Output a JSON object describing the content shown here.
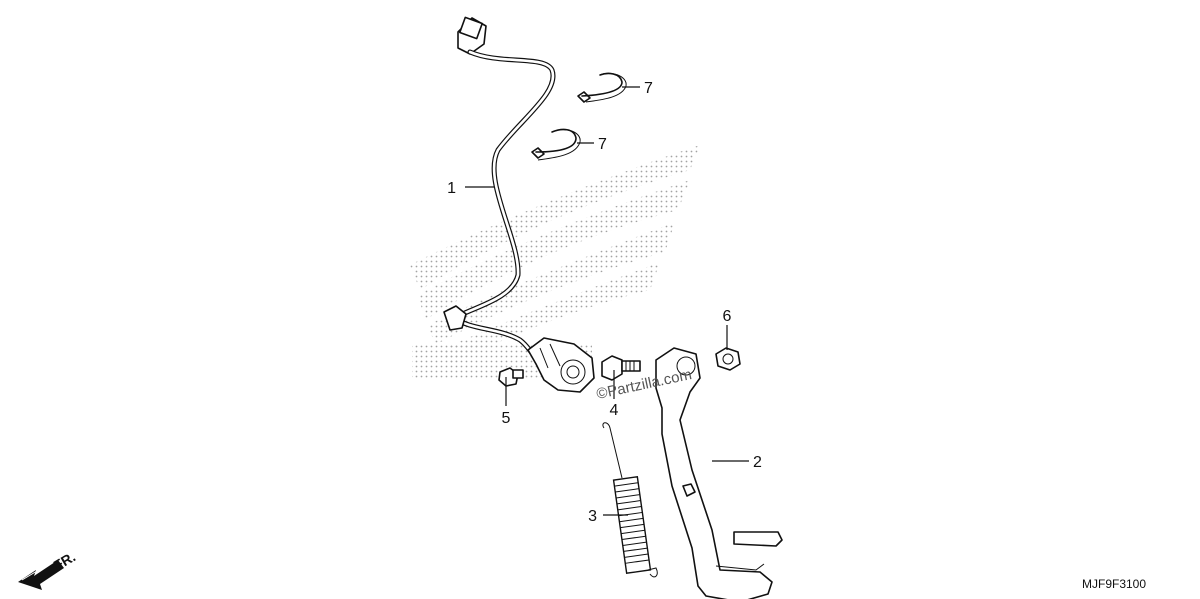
{
  "diagram": {
    "drawing_code": "MJF9F3100",
    "watermark": "©Partzilla.com",
    "front_indicator": "FR.",
    "callouts": [
      {
        "id": "1",
        "part": "side-stand-switch-harness"
      },
      {
        "id": "2",
        "part": "side-stand"
      },
      {
        "id": "3",
        "part": "side-stand-spring"
      },
      {
        "id": "4",
        "part": "pivot-bolt"
      },
      {
        "id": "5",
        "part": "switch-bolt"
      },
      {
        "id": "6",
        "part": "lock-nut"
      },
      {
        "id": "7a",
        "label": "7",
        "part": "harness-clamp-upper"
      },
      {
        "id": "7b",
        "label": "7",
        "part": "harness-clamp-lower"
      }
    ]
  },
  "labels": {
    "c1": "1",
    "c2": "2",
    "c3": "3",
    "c4": "4",
    "c5": "5",
    "c6": "6",
    "c7a": "7",
    "c7b": "7"
  },
  "colors": {
    "ink": "#111111",
    "watermark_dots": "#9a9a9a"
  }
}
